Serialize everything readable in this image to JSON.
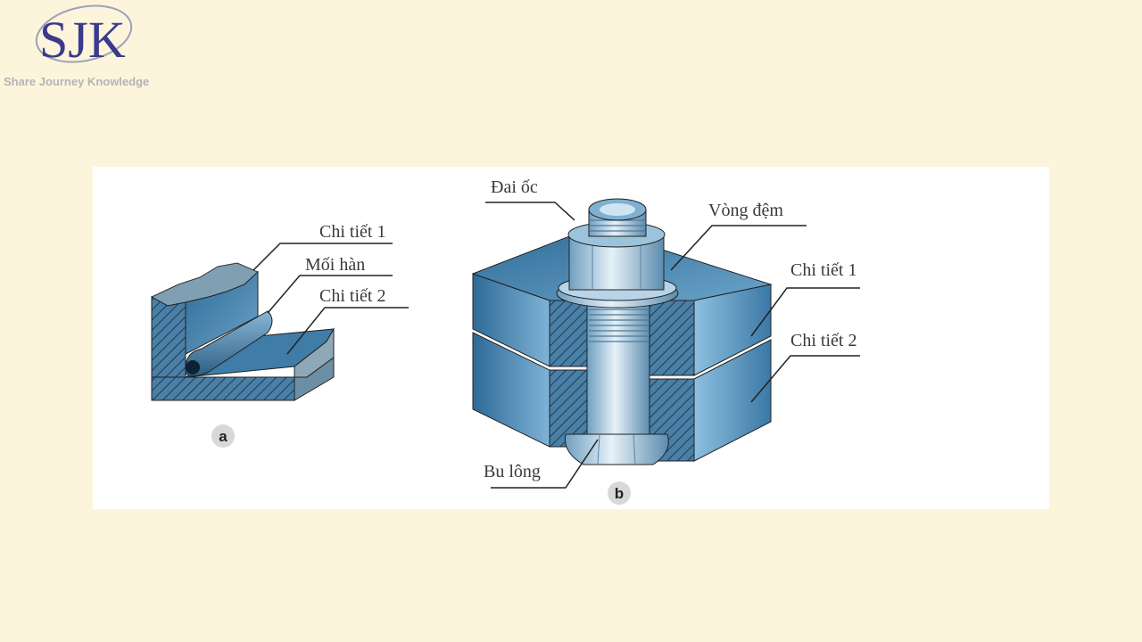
{
  "brand": {
    "tagline": "Share Journey Knowledge",
    "logo_icon": "sjk-logo-icon",
    "logo_color": "#3b3a8c"
  },
  "colors": {
    "background": "#fdf5db",
    "panel": "#ffffff",
    "steel_blue": "#3d7fae",
    "label_text": "#3a3a3a"
  },
  "figure_a": {
    "label_part1": "Chi tiết 1",
    "label_weld": "Mối hàn",
    "label_part2": "Chi tiết 2",
    "caption": "a"
  },
  "figure_b": {
    "label_nut": "Đai ốc",
    "label_washer": "Vòng đệm",
    "label_part1": "Chi tiết 1",
    "label_part2": "Chi tiết 2",
    "label_bolt": "Bu lông",
    "caption": "b"
  }
}
